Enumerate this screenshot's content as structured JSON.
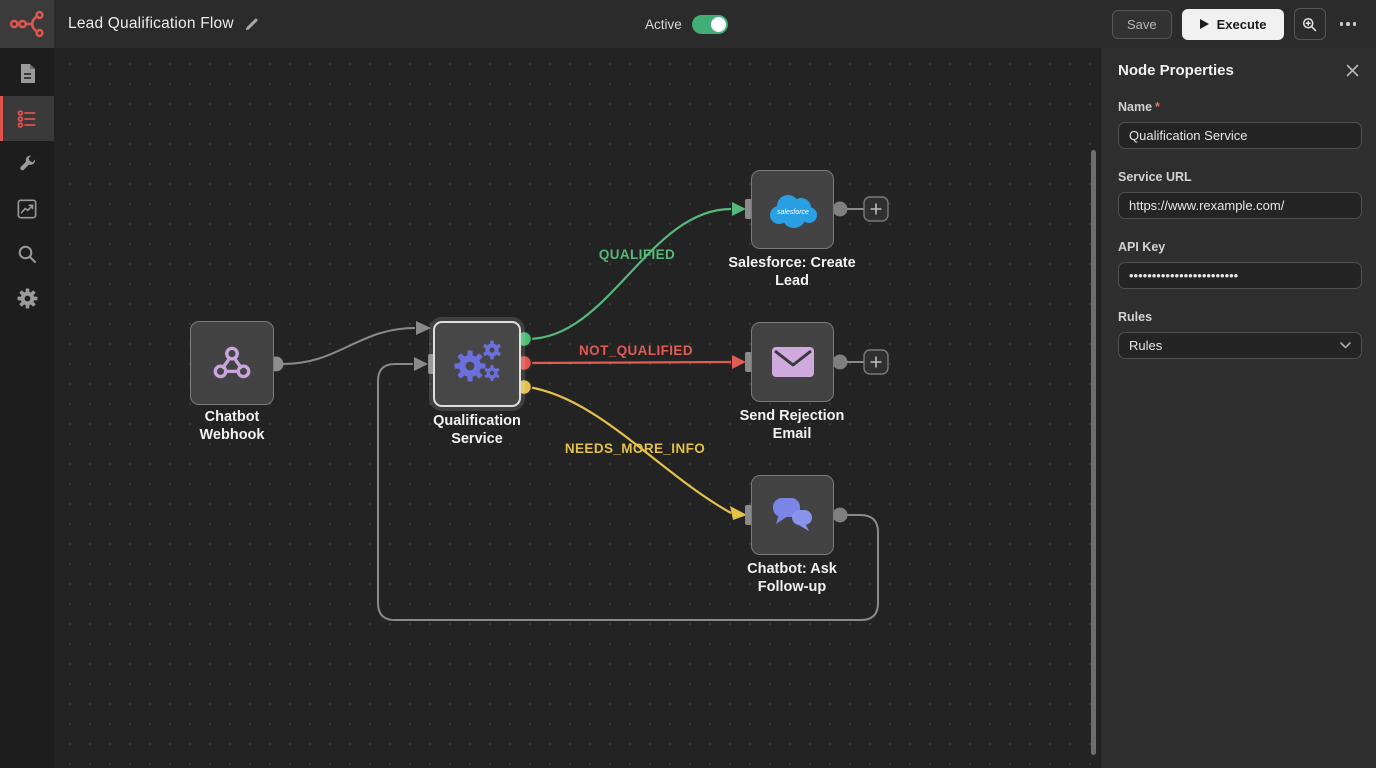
{
  "header": {
    "title": "Lead Qualification Flow",
    "active_label": "Active",
    "active_state": "on",
    "save_label": "Save",
    "execute_label": "Execute",
    "brand_color": "#d9574f",
    "toggle_on_color": "#41ae78"
  },
  "sidebar": {
    "items": [
      {
        "icon": "document-icon",
        "active": false
      },
      {
        "icon": "workflow-list-icon",
        "active": true
      },
      {
        "icon": "wrench-icon",
        "active": false
      },
      {
        "icon": "analytics-icon",
        "active": false
      },
      {
        "icon": "search-icon",
        "active": false
      },
      {
        "icon": "settings-icon",
        "active": false
      }
    ],
    "active_accent": "#e0524c"
  },
  "canvas": {
    "nodes": [
      {
        "label": "Chatbot Webhook",
        "icon": "webhook-icon",
        "selected": false
      },
      {
        "label": "Qualification Service",
        "icon": "gears-icon",
        "selected": true
      },
      {
        "label": "Salesforce: Create Lead",
        "icon": "salesforce-cloud-icon",
        "selected": false
      },
      {
        "label": "Send Rejection Email",
        "icon": "email-icon",
        "selected": false
      },
      {
        "label": "Chatbot: Ask Follow-up",
        "icon": "chat-bubbles-icon",
        "selected": false
      }
    ],
    "salesforce_logo_text": "salesforce",
    "edge_labels": [
      {
        "text": "QUALIFIED",
        "color": "#57b87b"
      },
      {
        "text": "NOT_QUALIFIED",
        "color": "#e05c55"
      },
      {
        "text": "NEEDS_MORE_INFO",
        "color": "#e3c14b"
      }
    ],
    "port_colors": {
      "qualified": "#4cbf72",
      "not_qualified": "#e05650",
      "needs_more_info": "#e6c04a",
      "default": "#8e8e8e"
    }
  },
  "properties_panel": {
    "title": "Node Properties",
    "fields": {
      "name": {
        "label": "Name",
        "required_mark": "*",
        "value": "Qualification Service"
      },
      "service_url": {
        "label": "Service URL",
        "value": "https://www.rexample.com/"
      },
      "api_key": {
        "label": "API Key",
        "value": "••••••••••••••••••••••••"
      },
      "rules": {
        "label": "Rules",
        "value": "Rules"
      }
    }
  }
}
